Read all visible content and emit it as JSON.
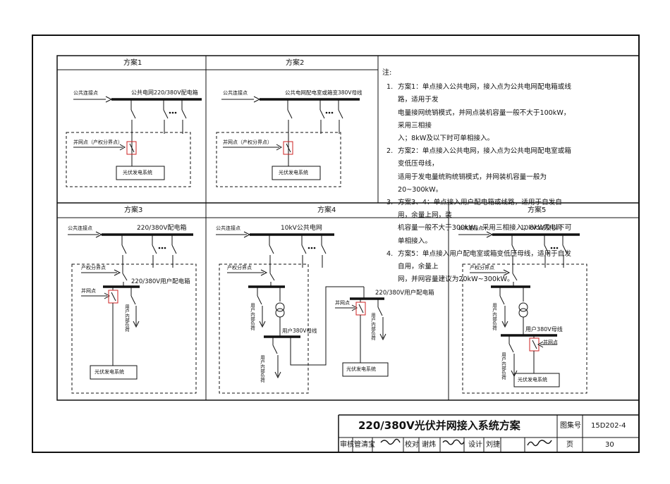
{
  "panels": {
    "p1": {
      "title": "方案1",
      "utility_point": "公共连接点",
      "bus": "公共电网220/380V配电箱",
      "grid_point": "并网点（产权分界点）",
      "pv": "光伏发电系统"
    },
    "p2": {
      "title": "方案2",
      "utility_point": "公共连接点",
      "bus": "公共电网配电室或箱变380V母线",
      "grid_point": "并网点（产权分界点）",
      "pv": "光伏发电系统"
    },
    "p3": {
      "title": "方案3",
      "utility_point": "公共连接点",
      "bus": "220/380V配电箱",
      "boundary": "产权分界点",
      "user_bus": "220/380V用户配电箱",
      "grid_point": "并网点",
      "load": "用户内部负荷",
      "pv": "光伏发电系统"
    },
    "p4": {
      "title": "方案4",
      "utility_point": "公共连接点",
      "bus": "10kV公共电网",
      "boundary": "产权分界点",
      "load1": "用户内部负荷",
      "user_bus": "用户380V母线",
      "load2": "用户内部负荷",
      "box_bus": "220/380V用户配电箱",
      "grid_point": "并网点",
      "load3": "用户内部负荷",
      "pv": "光伏发电系统"
    },
    "p5": {
      "title": "方案5",
      "utility_point": "公共连接点",
      "bus": "10kV公共电网",
      "boundary": "产权分界点",
      "load1": "用户内部负荷",
      "user_bus": "用户380V母线",
      "grid_point": "并网点",
      "load2": "用户内部负荷",
      "pv": "光伏发电系统"
    }
  },
  "notes": {
    "heading": "注:",
    "items": [
      {
        "num": "1.",
        "lines": [
          "方案1：单点接入公共电网，接入点为公共电网配电箱或线路，适用于发",
          "电量接网统销模式，并网点装机容量一般不大于100kW，采用三相接",
          "入；8kW及以下时可单相接入。"
        ]
      },
      {
        "num": "2.",
        "lines": [
          "方案2：单点接入公共电网，接入点为公共电网配电室或箱变低压母线，",
          "适用于发电量统购统销模式，并网装机容量一般为20~300kW。"
        ]
      },
      {
        "num": "3.",
        "lines": [
          "方案3、4：单点接入用户配电箱或线路，适用于自发自用，余量上网，装",
          "机容量一般不大于300kW，采用三相接入；8kW及以下可单相接入。"
        ]
      },
      {
        "num": "4.",
        "lines": [
          "方案5：单点接入用户配电室或箱变低压母线，适用于自发自用，余量上",
          "网，并网容量建议为20kW~300kW。"
        ]
      }
    ]
  },
  "title_block": {
    "title": "220/380V光伏并网接入系统方案",
    "atlas_label": "图集号",
    "atlas_no": "15D202-4",
    "review_label": "审核",
    "reviewer": "管清宝",
    "check_label": "校对",
    "checker": "谢炜",
    "design_label": "设计",
    "designer": "刘捷",
    "page_label": "页",
    "page_no": "30"
  }
}
